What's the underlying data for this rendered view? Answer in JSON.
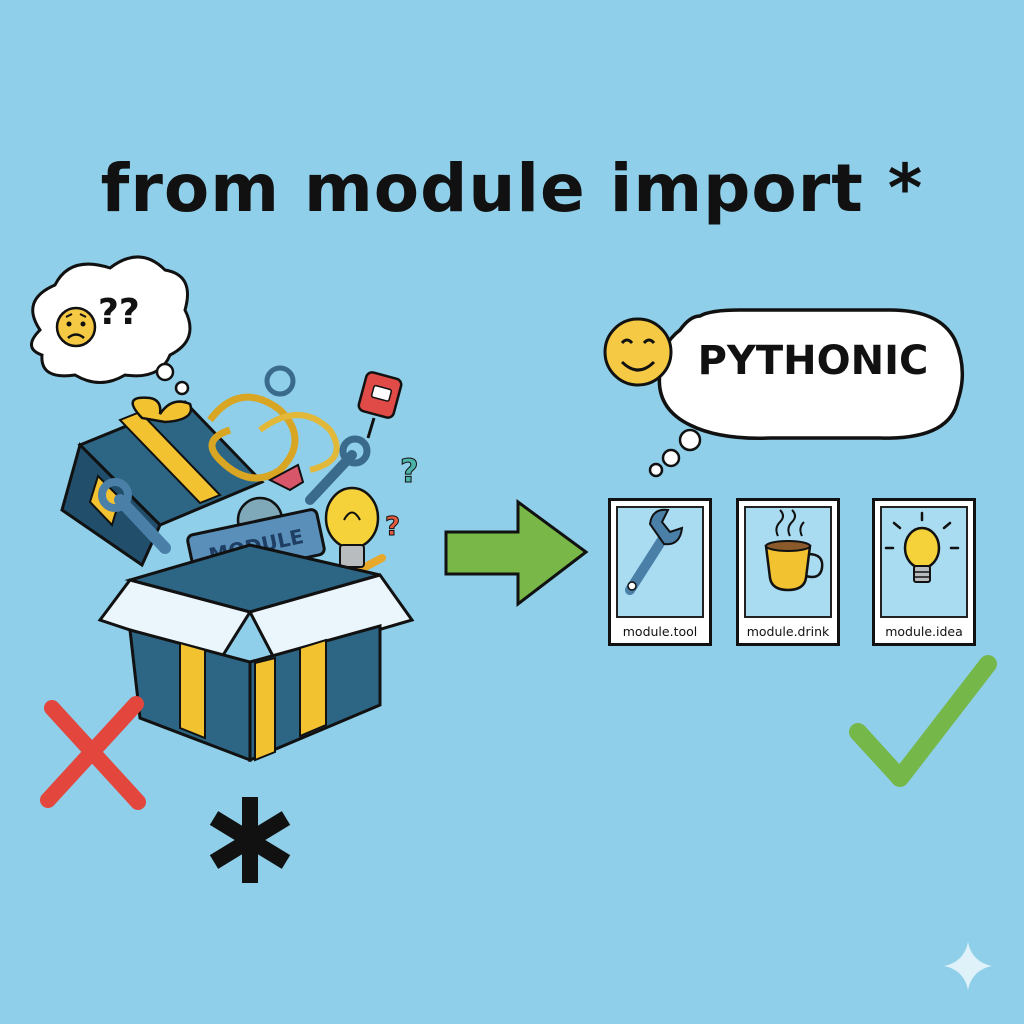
{
  "title": "from module import *",
  "confused_thought": {
    "text": "??",
    "icon": "worried-face-icon"
  },
  "box": {
    "label": "MODULE"
  },
  "pythonic_bubble": {
    "text": "PYTHONIC",
    "icon": "smiling-face-icon"
  },
  "cards": [
    {
      "label": "module.tool",
      "icon": "wrench-icon"
    },
    {
      "label": "module.drink",
      "icon": "coffee-cup-icon"
    },
    {
      "label": "module.idea",
      "icon": "lightbulb-icon"
    }
  ],
  "marks": {
    "wrong": "cross-icon",
    "right": "checkmark-icon",
    "wildcard": "asterisk-icon"
  },
  "colors": {
    "background": "#8fcfe9",
    "box_blue": "#2d6585",
    "box_yellow": "#f2c230",
    "arrow_green": "#78b748",
    "cross_red": "#e2463c",
    "check_green": "#76b74a"
  }
}
